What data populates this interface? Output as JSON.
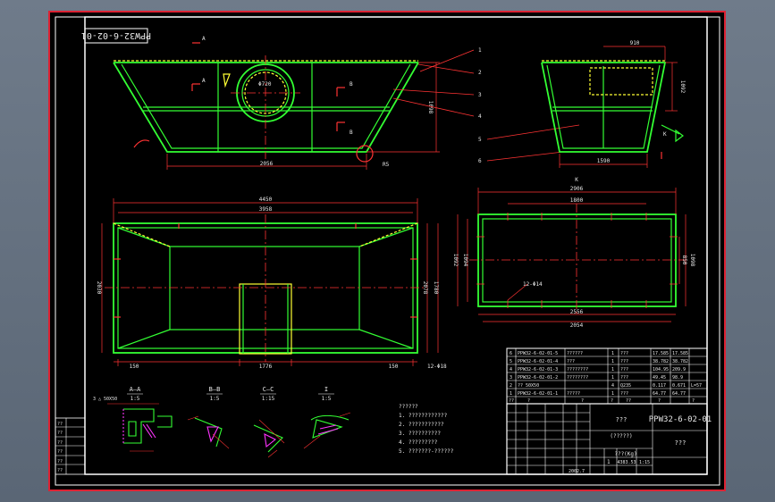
{
  "drawing_number": "PPW32-6-02-01",
  "title_block": {
    "drawing_number": "PPW32-6-02-01",
    "name": "???",
    "material": "(?????)",
    "note": "???",
    "weight_label": "???(Kg)",
    "weight": "4383.53",
    "scale": "1:15",
    "sheet": "1",
    "date": "2002.7"
  },
  "parts_list": [
    {
      "no": "6",
      "code": "PPW32-6-02-01-5",
      "name": "??????",
      "qty": "1",
      "material": "???",
      "unit": "17.585",
      "total": "17.585",
      "remark": ""
    },
    {
      "no": "5",
      "code": "PPW32-6-02-01-4",
      "name": "???",
      "qty": "1",
      "material": "???",
      "unit": "38.782",
      "total": "38.782",
      "remark": ""
    },
    {
      "no": "4",
      "code": "PPW32-6-02-01-3",
      "name": "????????",
      "qty": "1",
      "material": "???",
      "unit": "104.95",
      "total": "209.9",
      "remark": ""
    },
    {
      "no": "3",
      "code": "PPW32-6-02-01-2",
      "name": "????????",
      "qty": "1",
      "material": "???",
      "unit": "49.45",
      "total": "98.9",
      "remark": ""
    },
    {
      "no": "2",
      "code": "?? 50X50",
      "name": "",
      "qty": "4",
      "material": "Q235",
      "unit": "0.117",
      "total": "0.671",
      "remark": "L=57"
    },
    {
      "no": "1",
      "code": "PPW32-6-02-01-1",
      "name": "?????",
      "qty": "1",
      "material": "???",
      "unit": "64.77",
      "total": "64.77",
      "remark": ""
    }
  ],
  "parts_header": [
    "??",
    "?",
    "?",
    "?",
    "??",
    "?",
    "?"
  ],
  "leaders": [
    "1",
    "2",
    "3",
    "4",
    "5",
    "6"
  ],
  "section_marks": {
    "A": "A",
    "B": "B",
    "K": "K"
  },
  "dims": {
    "front_bottom": "2056",
    "front_height": "1098",
    "hole": "Φ720",
    "side_top": "910",
    "side_bottom": "1590",
    "side_height": "1092",
    "plan_outer": "4450",
    "plan_inner": "3958",
    "plan_left_h": "2030",
    "plan_right_h": "2078",
    "plan_bottom_mid": "1776",
    "plan_margin_l": "150",
    "plan_margin_r": "150",
    "plan_sub": "1780",
    "k_top": "2906",
    "k_inner": "1800",
    "k_bottom": "2556",
    "k_bottom2": "2054",
    "k_left": "1092",
    "k_left2": "1094",
    "k_right": "1098",
    "k_right2": "850",
    "radius": "R5",
    "hole_callout": "12-Φ14",
    "plate_note": "12-Φ18"
  },
  "detail_views": [
    {
      "label": "A—A",
      "scale": "1:5"
    },
    {
      "label": "B—B",
      "scale": "1:5"
    },
    {
      "label": "C—C",
      "scale": "1:15"
    },
    {
      "label": "I",
      "scale": "1:5"
    }
  ],
  "weld_note": "3 △ 50X50",
  "tech_req_title": "??????",
  "tech_req": [
    "1. ????????????",
    "2. ???????????",
    "3. ??????????",
    "4. ?????????",
    "5. ???????-??????"
  ],
  "revision_rows": [
    "??",
    "??",
    "??",
    "??",
    "??",
    "??"
  ],
  "colors": {
    "background": "#000000",
    "frame": "#ffffff",
    "geometry": "#22ff22",
    "dimension": "#ff3b3b",
    "centerline": "#ff3b3b",
    "hidden": "#ffff33",
    "text": "#ffffff",
    "hatch": "#ff44ff"
  }
}
